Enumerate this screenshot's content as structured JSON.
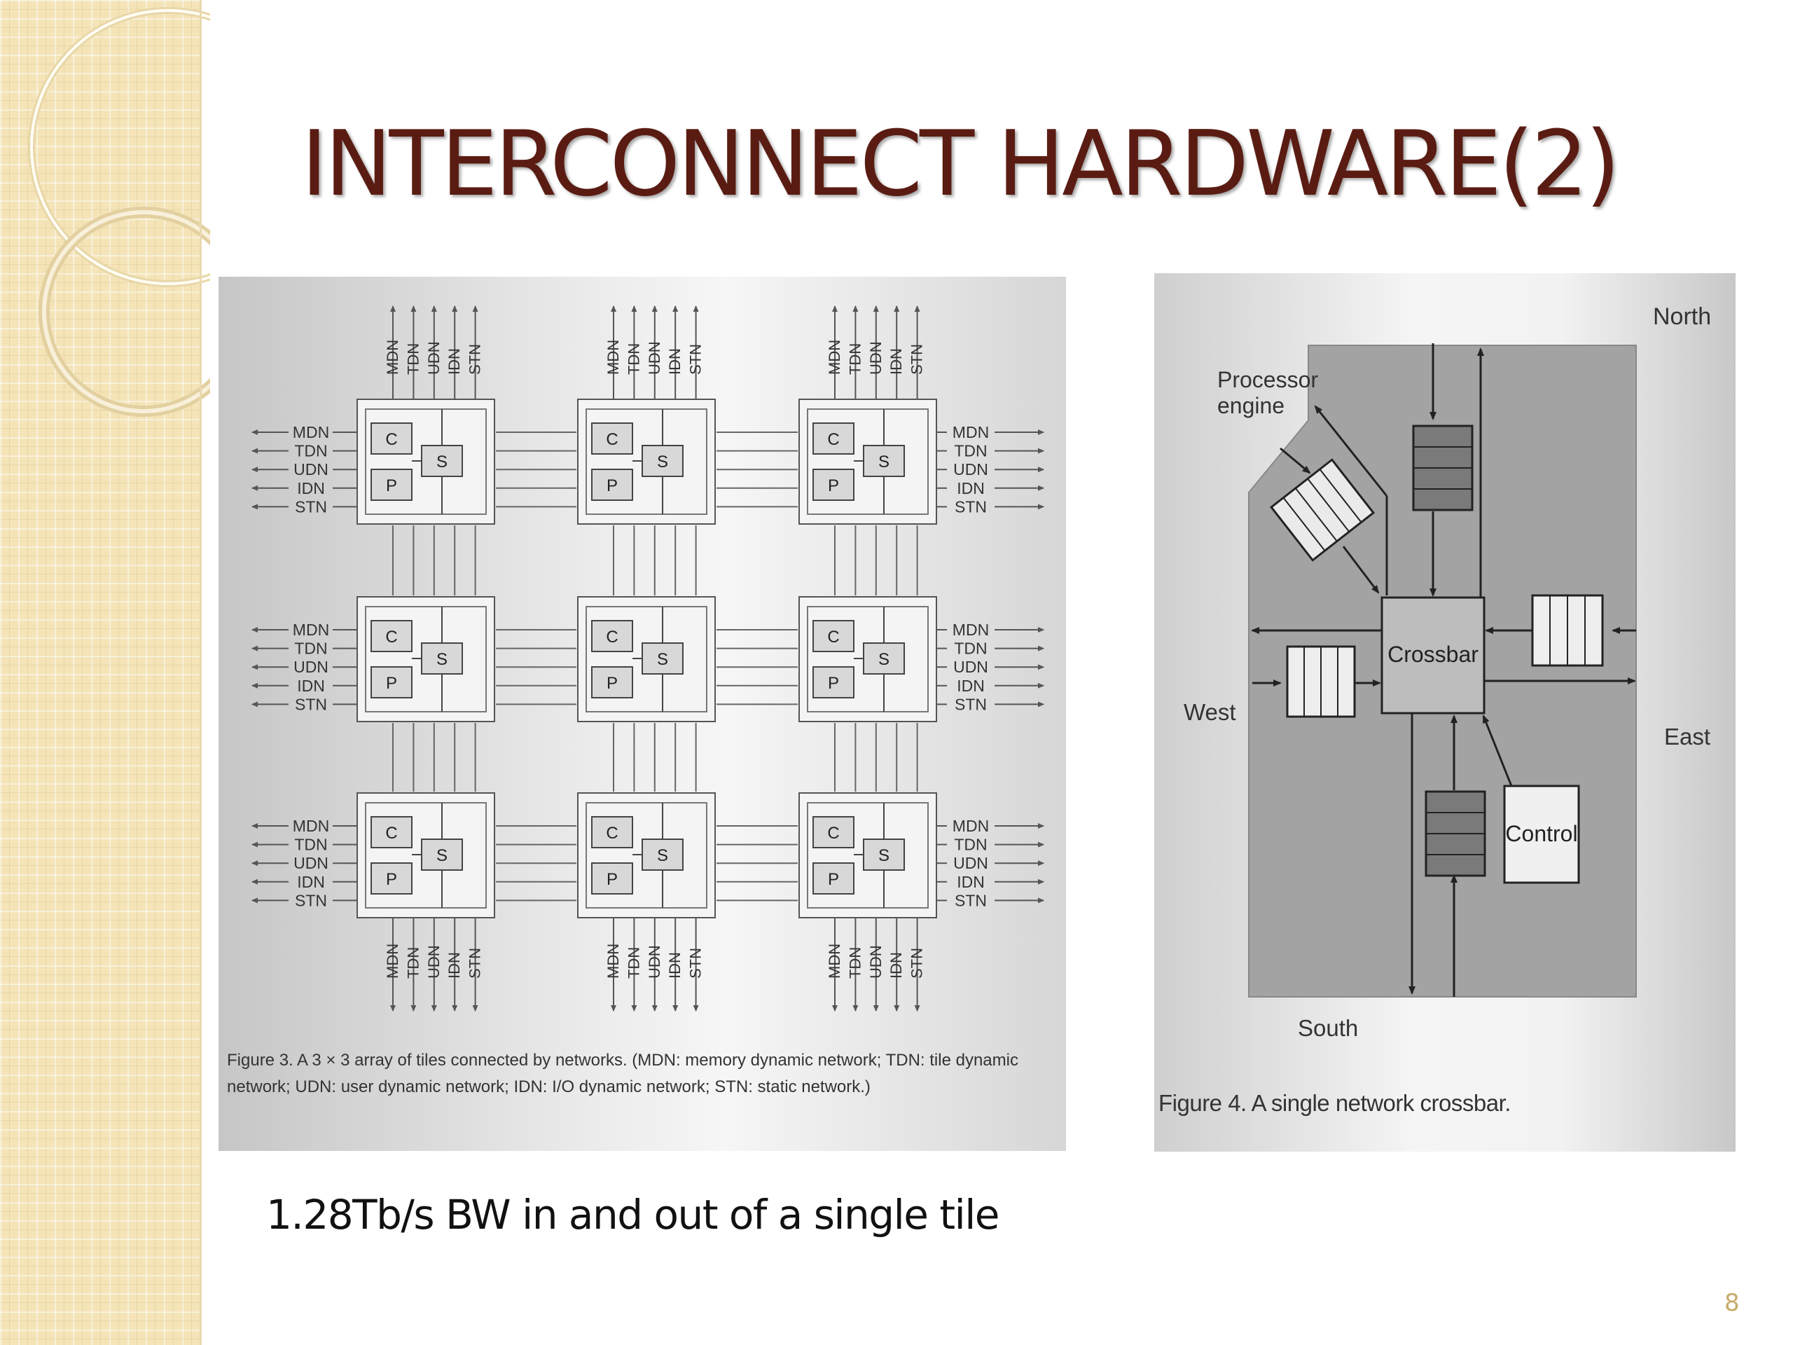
{
  "slide": {
    "title": "INTERCONNECT HARDWARE(2)",
    "bullet": "1.28Tb/s BW in and out of a single tile",
    "page_number": "8"
  },
  "figure3": {
    "networks": [
      "MDN",
      "TDN",
      "UDN",
      "IDN",
      "STN"
    ],
    "tile_labels": {
      "cache": "C",
      "processor": "P",
      "switch": "S"
    },
    "caption": "Figure 3. A 3 × 3 array of tiles connected by networks. (MDN: memory dynamic network; TDN: tile dynamic network; UDN: user dynamic network; IDN: I/O dynamic network; STN: static network.)"
  },
  "figure4": {
    "labels": {
      "north": "North",
      "south": "South",
      "east": "East",
      "west": "West",
      "processor_line1": "Processor",
      "processor_line2": "engine",
      "crossbar": "Crossbar",
      "control": "Control"
    },
    "caption": "Figure 4. A single network crossbar."
  },
  "colors": {
    "title": "#5a1c12",
    "band": "#f4e4b8",
    "page_number": "#c8aa6a",
    "crossbar_bg": "#a3a3a3"
  }
}
